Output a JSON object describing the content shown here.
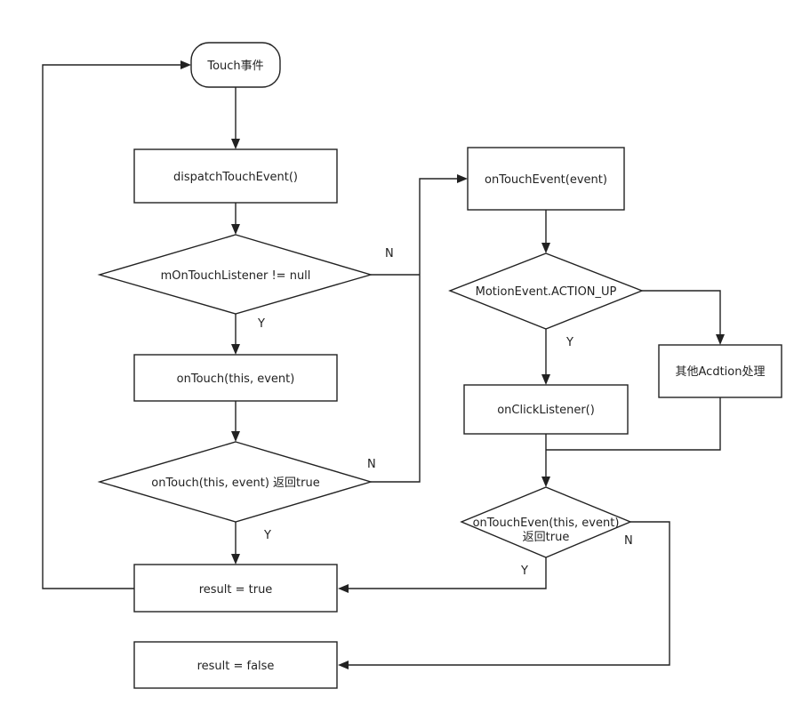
{
  "nodes": {
    "touch_event": "Touch事件",
    "dispatch": "dispatchTouchEvent()",
    "listener_check": "mOnTouchListener != null",
    "on_touch": "onTouch(this, event)",
    "on_touch_return": "onTouch(this, event) 返回true",
    "result_true": "result = true",
    "result_false": "result = false",
    "on_touch_event": "onTouchEvent(event)",
    "action_up_check": "MotionEvent.ACTION_UP",
    "other_action": "其他Acdtion处理",
    "on_click": "onClickListener()",
    "on_touch_even_return_line1": "onTouchEven(this, event)",
    "on_touch_even_return_line2": "返回true"
  },
  "edge_labels": {
    "listener_no": "N",
    "listener_yes": "Y",
    "on_touch_no": "N",
    "on_touch_yes": "Y",
    "action_up_yes": "Y",
    "on_touch_even_yes": "Y",
    "on_touch_even_no": "N"
  }
}
